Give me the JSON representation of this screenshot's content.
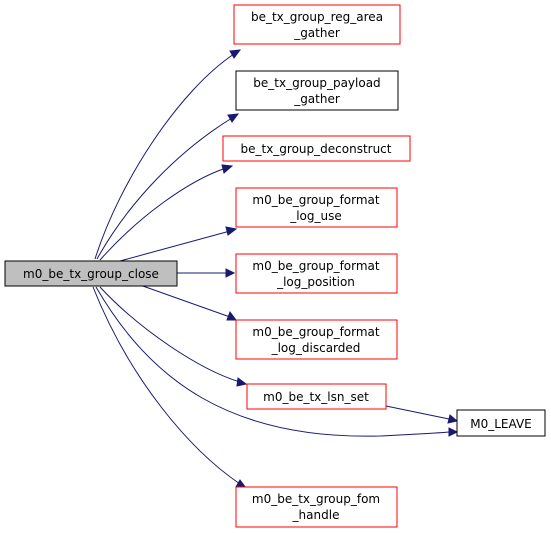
{
  "colors": {
    "edge": "#191970",
    "node_border_linked": "#ff0000",
    "node_border_plain": "#000000",
    "root_fill": "#bfbfbf"
  },
  "nodes": {
    "root": {
      "lines": [
        "m0_be_tx_group_close"
      ]
    },
    "reg_area_gather": {
      "lines": [
        "be_tx_group_reg_area",
        "_gather"
      ]
    },
    "payload_gather": {
      "lines": [
        "be_tx_group_payload",
        "_gather"
      ]
    },
    "deconstruct": {
      "lines": [
        "be_tx_group_deconstruct"
      ]
    },
    "format_log_use": {
      "lines": [
        "m0_be_group_format",
        "_log_use"
      ]
    },
    "format_log_position": {
      "lines": [
        "m0_be_group_format",
        "_log_position"
      ]
    },
    "format_log_discarded": {
      "lines": [
        "m0_be_group_format",
        "_log_discarded"
      ]
    },
    "lsn_set": {
      "lines": [
        "m0_be_tx_lsn_set"
      ]
    },
    "m0_leave": {
      "lines": [
        "M0_LEAVE"
      ]
    },
    "fom_handle": {
      "lines": [
        "m0_be_tx_group_fom",
        "_handle"
      ]
    }
  }
}
